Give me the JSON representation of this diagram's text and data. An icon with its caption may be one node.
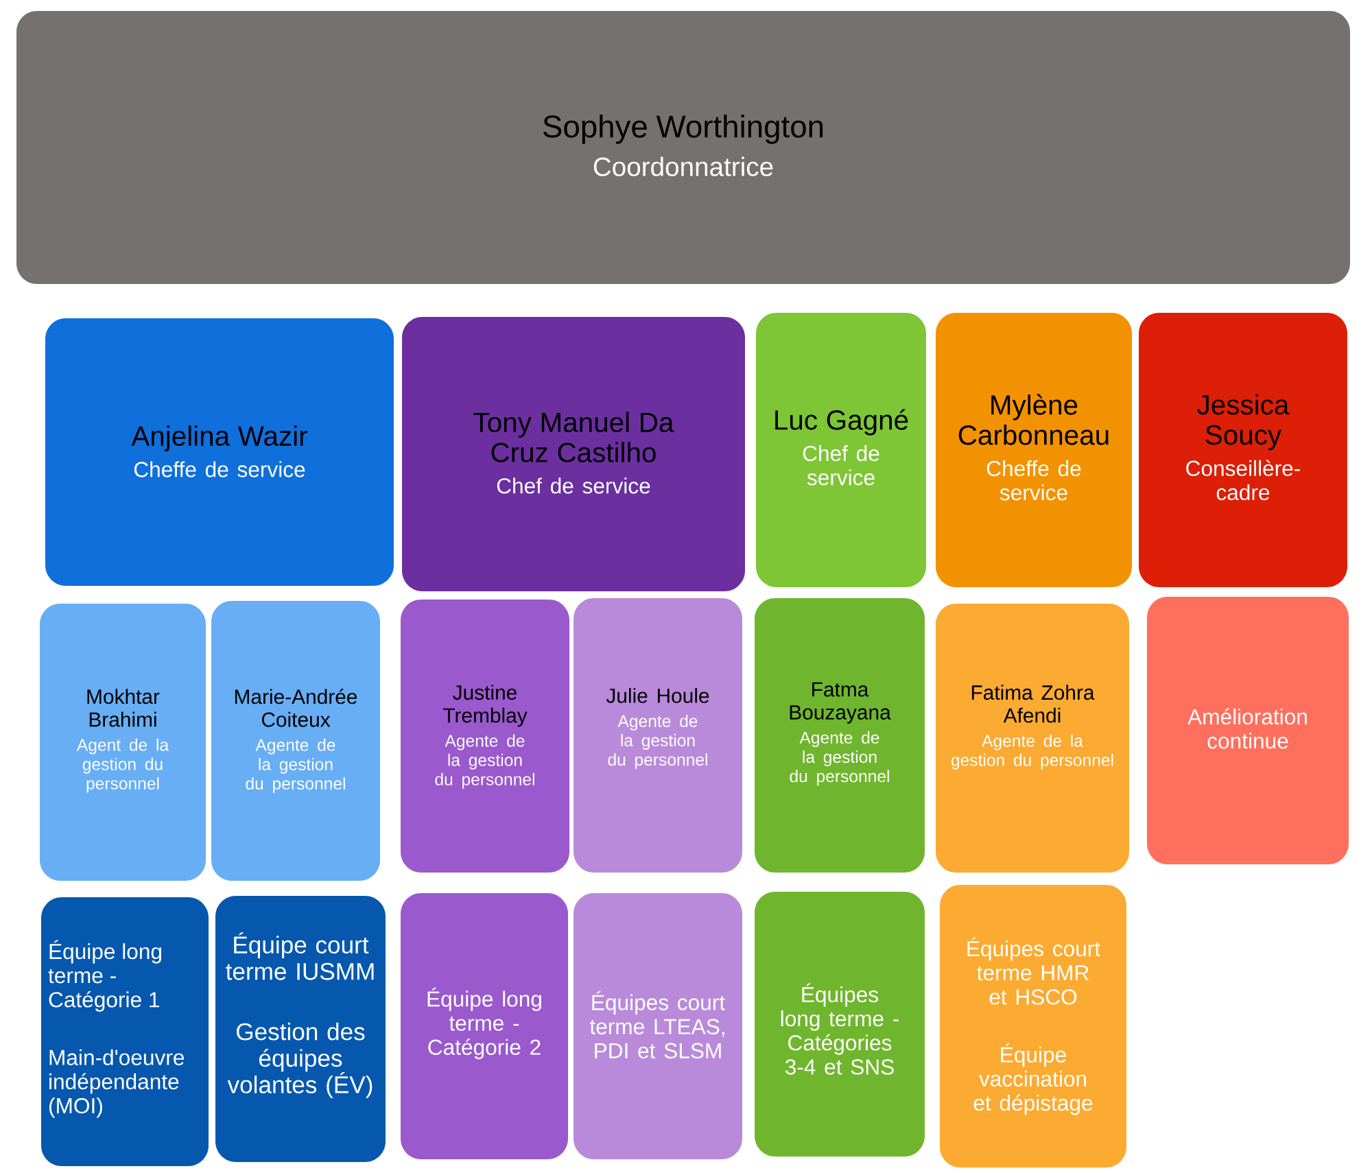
{
  "diagram": {
    "nodes": [
      {
        "text": [
          "Sophye Worthington",
          "Coordonnatrice"
        ]
      },
      {
        "text": [
          "Anjelina Wazir",
          "Cheffe de service"
        ]
      },
      {
        "text": [
          "Tony Manuel Da Cruz Castilho",
          "Chef de service"
        ]
      },
      {
        "text": [
          "Luc Gagné",
          "Chef de service"
        ]
      },
      {
        "text": [
          "Mylène Carbonneau",
          "Cheffe de service"
        ]
      },
      {
        "text": [
          "Jessica Soucy",
          "Conseillère-cadre"
        ]
      },
      {
        "text": [
          "Mokhtar Brahimi",
          "Agent de la gestion du personnel"
        ]
      },
      {
        "text": [
          "Marie-Andrée Coiteux",
          "Agente de la gestion du personnel"
        ]
      },
      {
        "text": [
          "Justine Tremblay",
          "Agente de la gestion du personnel"
        ]
      },
      {
        "text": [
          "Julie Houle",
          "Agente de la gestion du personnel"
        ]
      },
      {
        "text": [
          "Fatma Bouzayana",
          "Agente de la gestion du personnel"
        ]
      },
      {
        "text": [
          "Fatima Zohra Afendi",
          "Agente de la gestion du personnel"
        ]
      },
      {
        "text": [
          "Amélioration continue"
        ]
      },
      {
        "text": [
          "Équipe long terme - Catégorie 1",
          "Main-d'oeuvre indépendante (MOI)"
        ]
      },
      {
        "text": [
          "Équipe court terme IUSMM",
          "Gestion des équipes volantes (ÉV)"
        ]
      },
      {
        "text": [
          "Équipe long terme - Catégorie 2"
        ]
      },
      {
        "text": [
          "Équipes court terme LTEAS, PDI et SLSM"
        ]
      },
      {
        "text": [
          "Équipes long terme - Catégories 3-4 et SNS"
        ]
      },
      {
        "text": [
          "Équipes court terme HMR et HSCO",
          "Équipe vaccination et dépistage"
        ]
      }
    ]
  }
}
